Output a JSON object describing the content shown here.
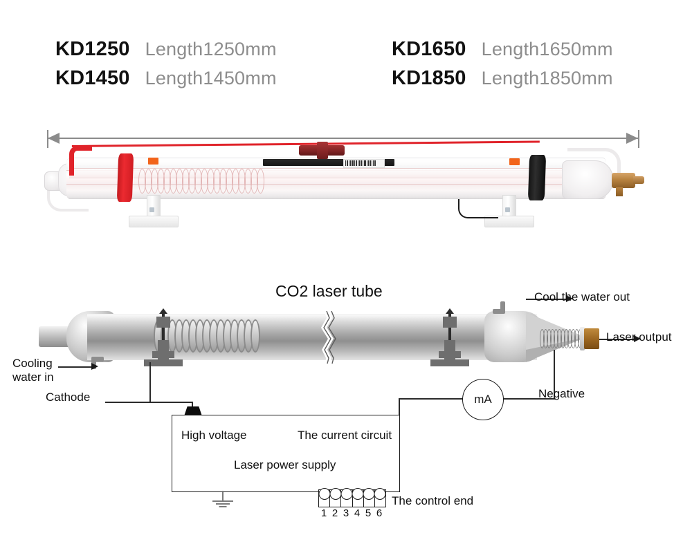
{
  "models": [
    {
      "code": "KD1250",
      "length": "Length1250mm"
    },
    {
      "code": "KD1450",
      "length": "Length1450mm"
    },
    {
      "code": "KD1650",
      "length": "Length1650mm"
    },
    {
      "code": "KD1850",
      "length": "Length1850mm"
    }
  ],
  "photo": {
    "name": "co2-laser-tube-photo",
    "dimension_line": "overall length arrow"
  },
  "schematic": {
    "title": "CO2 laser tube",
    "labels": {
      "cooling_water_in_line1": "Cooling",
      "cooling_water_in_line2": "water in",
      "cathode": "Cathode",
      "cool_water_out": "Cool the water out",
      "laser_output": "Laser output",
      "negative": "Negative",
      "control_end": "The control end"
    },
    "power_supply": {
      "high_voltage": "High voltage",
      "current_circuit": "The current circuit",
      "title": "Laser power supply"
    },
    "meter": {
      "label": "mA"
    },
    "terminals": [
      "1",
      "2",
      "3",
      "4",
      "5",
      "6"
    ]
  },
  "colors": {
    "red_band": "#e8262a",
    "black_band": "#141414",
    "brass": "#b8823f",
    "dim_line": "#8b8b8b",
    "spec_code": "#111111",
    "spec_length": "#8d8d8d"
  }
}
